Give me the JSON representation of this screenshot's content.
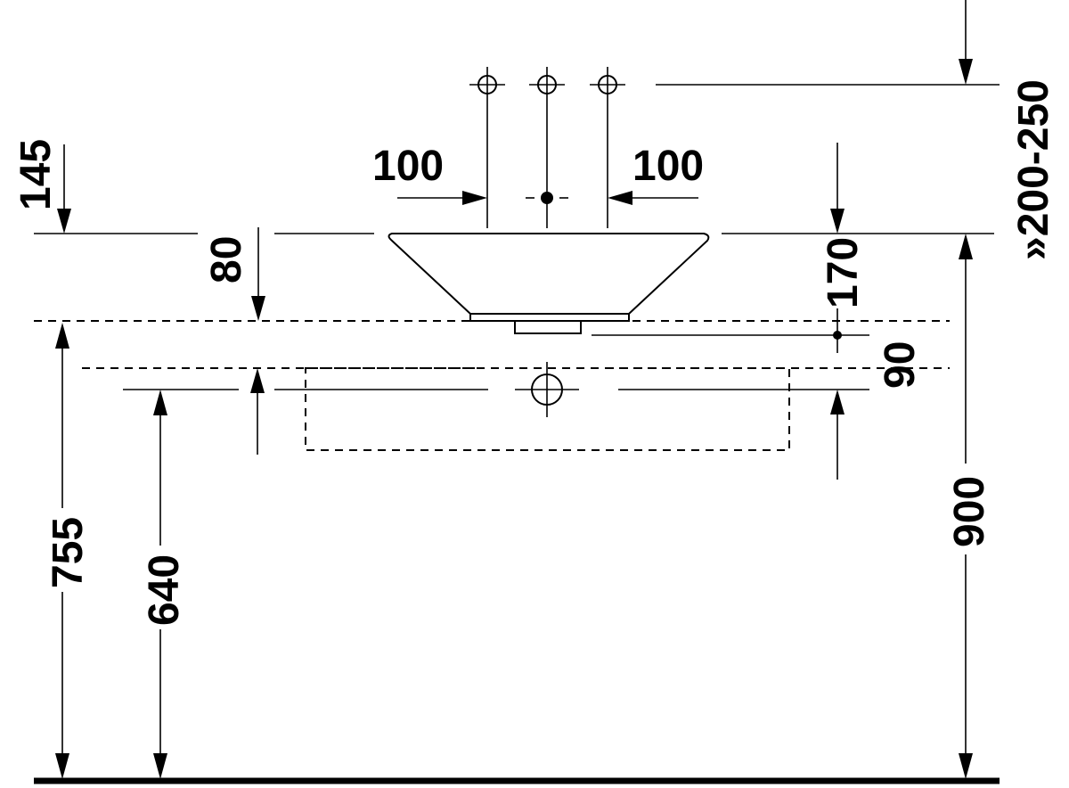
{
  "dimensions": {
    "tap_height_range": "»200-250",
    "offset_145": "145",
    "offset_80": "80",
    "spacing_left": "100",
    "spacing_right": "100",
    "basin_height": "170",
    "drain_offset": "90",
    "total_height": "900",
    "counter_height": "755",
    "trap_height": "640"
  }
}
